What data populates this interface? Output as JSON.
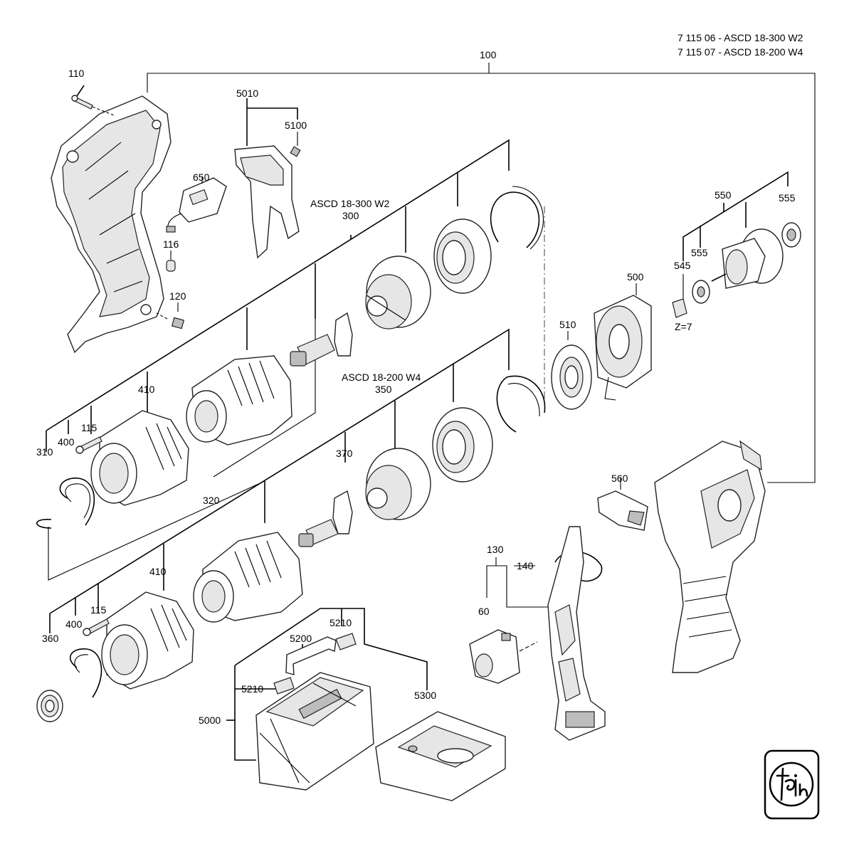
{
  "header": {
    "line1": "7 115 06 - ASCD 18-300 W2",
    "line2": "7 115 07 - ASCD 18-200 W4"
  },
  "groups": {
    "w2": "ASCD 18-300 W2",
    "w4": "ASCD 18-200 W4"
  },
  "callouts": {
    "c100": "100",
    "c110": "110",
    "c5010": "5010",
    "c5100": "5100",
    "c650": "650",
    "c116": "116",
    "c120": "120",
    "c300": "300",
    "c550": "550",
    "c555a": "555",
    "c555b": "555",
    "c545": "545",
    "c500": "500",
    "z7": "Z=7",
    "c510": "510",
    "c350": "350",
    "c410a": "410",
    "c115a": "115",
    "c400a": "400",
    "c310": "310",
    "c320": "320",
    "c370": "370",
    "c560": "560",
    "c130": "130",
    "c140": "140",
    "c60": "60",
    "c410b": "410",
    "c115b": "115",
    "c400b": "400",
    "c360": "360",
    "c5210a": "5210",
    "c5200": "5200",
    "c5210b": "5210",
    "c5000": "5000",
    "c5300": "5300"
  },
  "logo": {
    "brand": "fein",
    "icon": "fein-logo-icon"
  },
  "colors": {
    "line": "#000000",
    "background": "#ffffff"
  }
}
